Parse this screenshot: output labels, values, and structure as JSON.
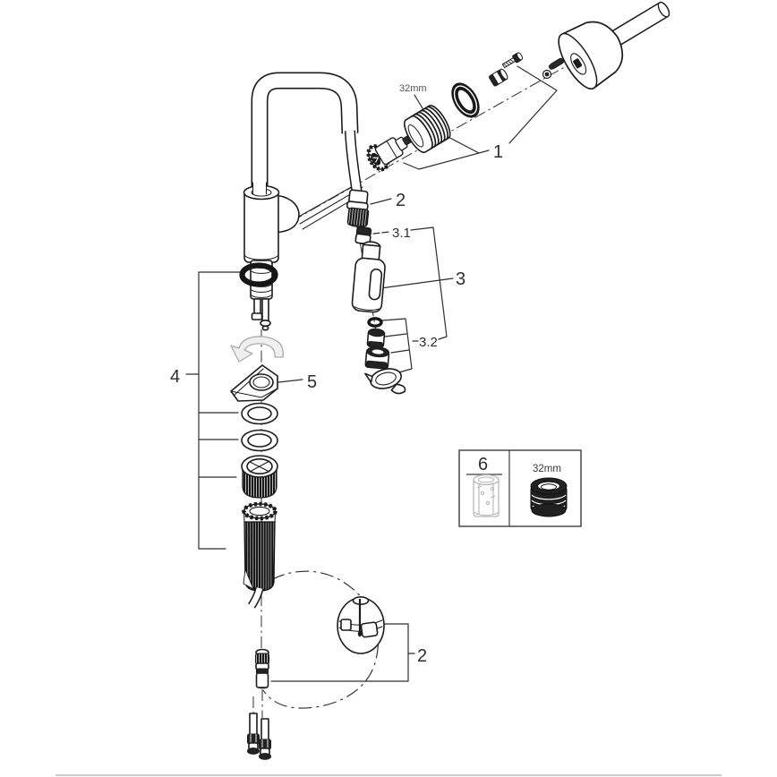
{
  "diagram": {
    "background": "#ffffff",
    "line_color": "#1c1c1c",
    "label_color": "#2e2e2e",
    "muted_gray": "#b6b6b6",
    "bottom_rule_color": "#cccccc",
    "callouts": {
      "n1": "1",
      "n2_top": "2",
      "n3": "3",
      "n3_1": "3.1",
      "n3_2": "3.2",
      "n4": "4",
      "n5": "5",
      "n6": "6",
      "n2_bottom": "2",
      "size_top": "32mm",
      "size_box": "32mm"
    }
  }
}
